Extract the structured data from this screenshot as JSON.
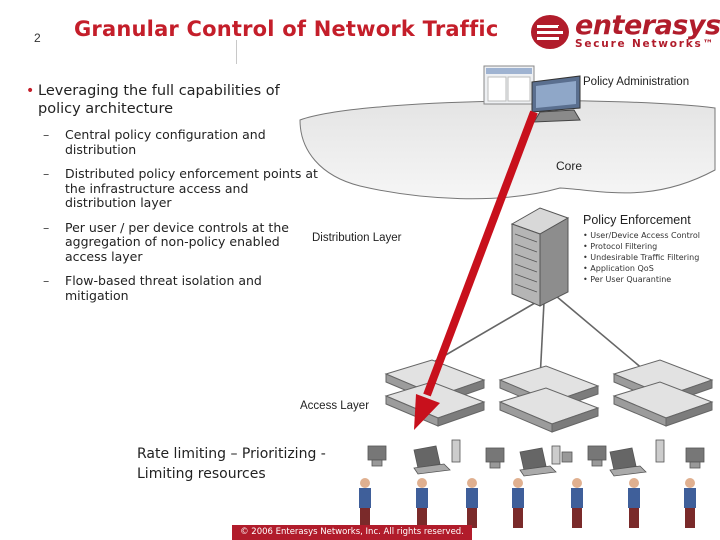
{
  "slide": {
    "page_number": "2",
    "title": "Granular Control of Network Traffic",
    "brand_name": "enterasys",
    "brand_tagline": "Secure Networks™",
    "footer": "© 2006 Enterasys Networks, Inc. All rights reserved."
  },
  "bullets": {
    "main": "Leveraging the full capabilities of policy architecture",
    "subs": [
      "Central policy configuration and distribution",
      "Distributed policy enforcement points at the infrastructure access and distribution layer",
      "Per user / per device controls at the aggregation of non-policy enabled access layer",
      "Flow-based threat isolation and mitigation"
    ]
  },
  "diagram": {
    "policy_admin": "Policy Administration",
    "core": "Core",
    "policy_enforcement": "Policy Enforcement",
    "enforcement_items": [
      "• User/Device Access Control",
      "• Protocol Filtering",
      "• Undesirable Traffic Filtering",
      "• Application QoS",
      "• Per User Quarantine"
    ],
    "distribution_layer": "Distribution Layer",
    "access_layer": "Access Layer",
    "rate_limiting": "Rate limiting – Prioritizing - Limiting resources"
  },
  "colors": {
    "accent": "#c41e2a",
    "brand": "#b11c2b",
    "arrow": "#c8101c"
  }
}
